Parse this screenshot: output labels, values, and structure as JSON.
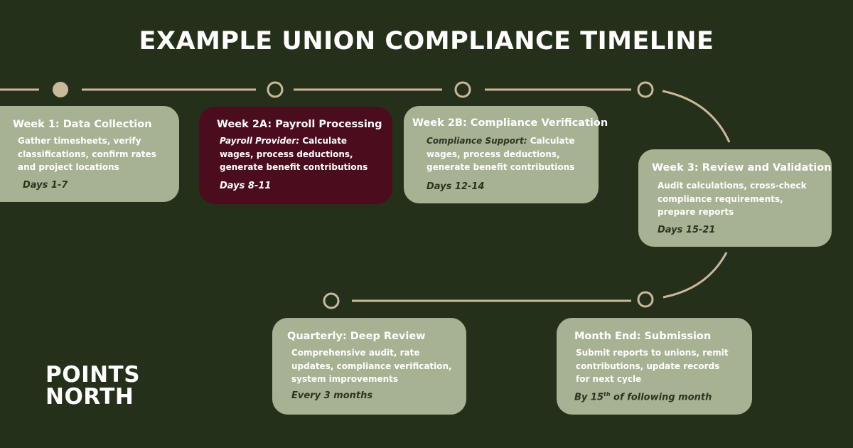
{
  "title": "EXAMPLE UNION COMPLIANCE TIMELINE",
  "colors": {
    "background": "#25301a",
    "card": "#a7b293",
    "highlight_card": "#4b0c1e",
    "track": "#c9b99a"
  },
  "stages": [
    {
      "title": "Week 1: Data Collection",
      "lead": "",
      "description": "Gather timesheets, verify classifications, confirm rates and project locations",
      "timing": "Days 1-7"
    },
    {
      "title": "Week 2A: Payroll Processing",
      "lead": "Payroll Provider:",
      "description": "Calculate wages, process deductions, generate benefit contributions",
      "timing": "Days 8-11"
    },
    {
      "title": "Week 2B: Compliance Verification",
      "lead": "Compliance Support:",
      "description": "Calculate wages, process deductions, generate benefit contributions",
      "timing": "Days 12-14"
    },
    {
      "title": "Week 3: Review and Validation",
      "lead": "",
      "description": "Audit calculations, cross-check compliance requirements, prepare reports",
      "timing": "Days 15-21"
    },
    {
      "title": "Month End: Submission",
      "lead": "",
      "description": "Submit reports to unions, remit contributions, update records for next cycle",
      "timing_prefix": "By 15",
      "timing_sup": "th",
      "timing_suffix": " of following month"
    },
    {
      "title": "Quarterly: Deep Review",
      "lead": "",
      "description": "Comprehensive audit, rate updates, compliance verification, system improvements",
      "timing": "Every 3 months"
    }
  ],
  "logo": {
    "line1": "POINTS",
    "line2": "NORTH"
  }
}
